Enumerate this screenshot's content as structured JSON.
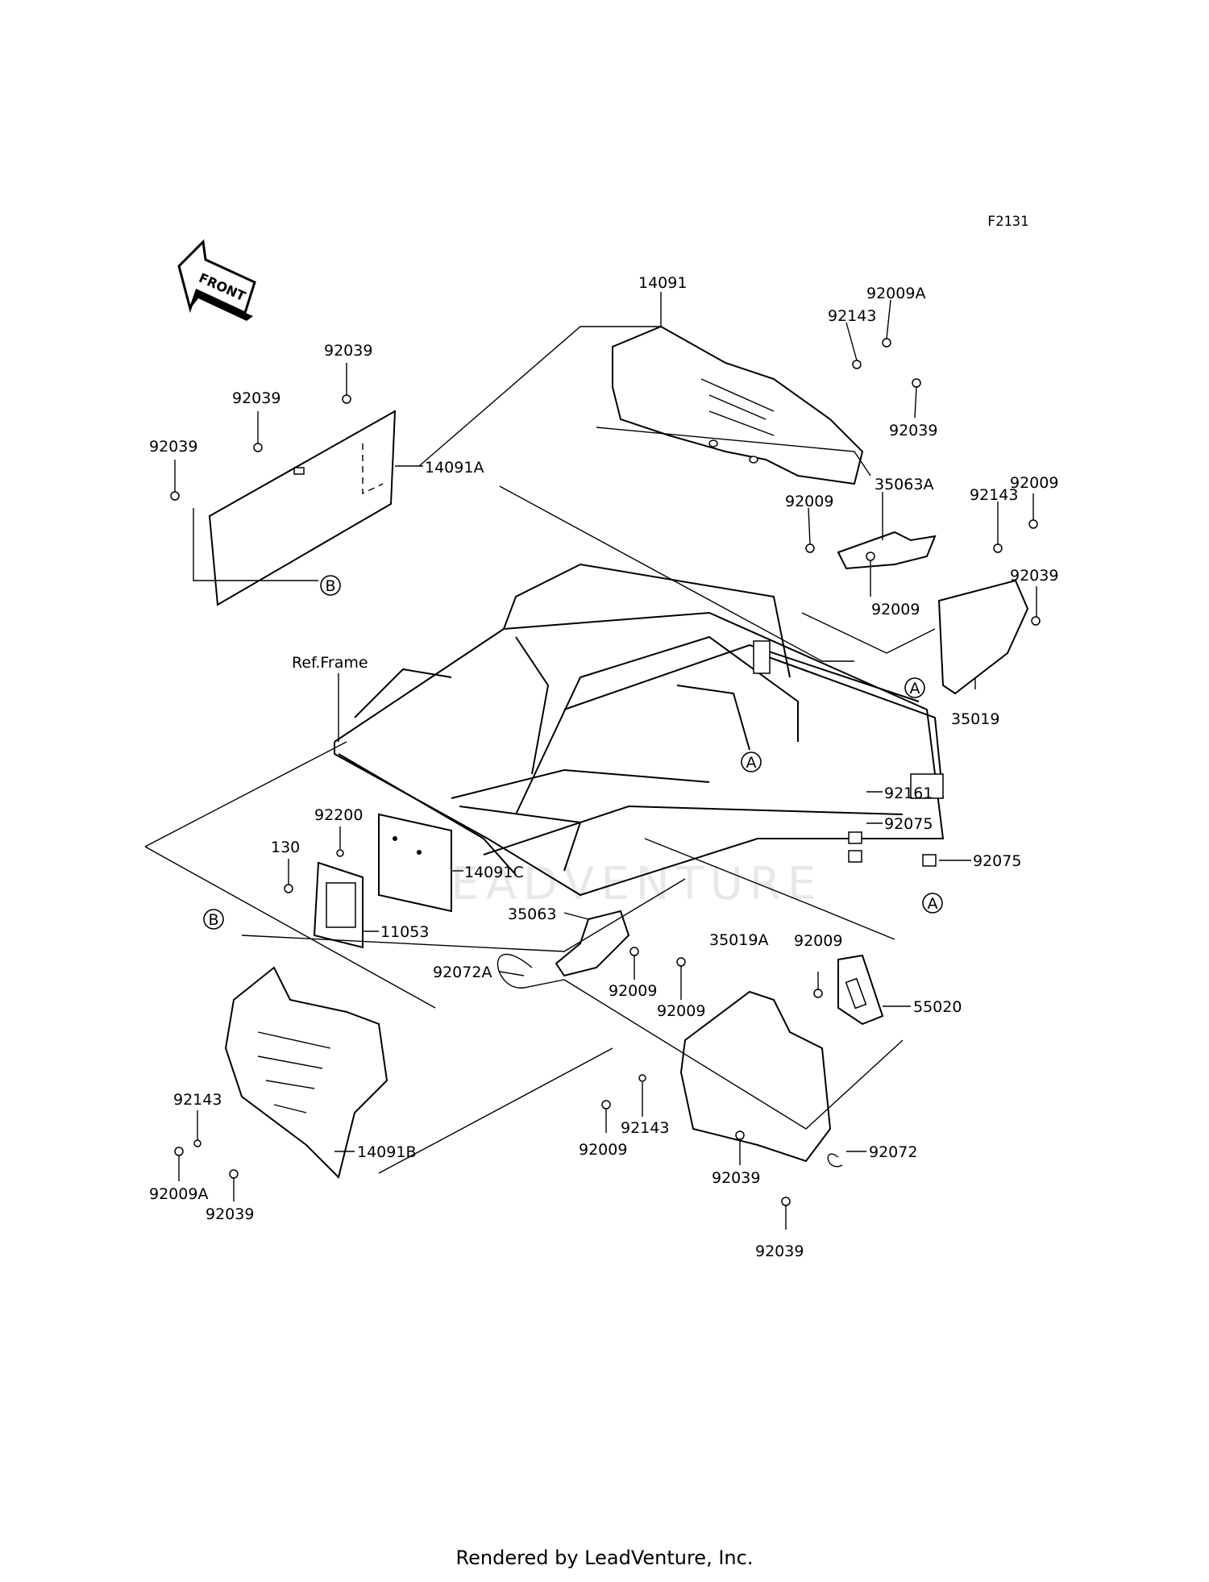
{
  "diagram": {
    "figure_code": "F2131",
    "front_label": "FRONT",
    "ref_frame_label": "Ref.Frame",
    "watermark": "LEADVENTURE",
    "footer": "Rendered by LeadVenture, Inc.",
    "callouts": {
      "a1": "A",
      "a2": "A",
      "a3": "A",
      "b1": "B",
      "b2": "B"
    },
    "parts": {
      "p14091": "14091",
      "p92009A_top": "92009A",
      "p92143_top": "92143",
      "p92039_top_right": "92039",
      "p35063A": "35063A",
      "p92009_mid_left": "92009",
      "p92009_mid_below": "92009",
      "p92143_right": "92143",
      "p92009_right": "92009",
      "p92039_right": "92039",
      "p35019": "35019",
      "p92039_left_top": "92039",
      "p92039_left_mid": "92039",
      "p92039_left_low": "92039",
      "p14091A": "14091A",
      "p92161": "92161",
      "p92075_a": "92075",
      "p92075_b": "92075",
      "p92200": "92200",
      "p130": "130",
      "p14091C": "14091C",
      "p11053": "11053",
      "p35063": "35063",
      "p92072A": "92072A",
      "p92009_c1": "92009",
      "p92009_c2": "92009",
      "p35019A": "35019A",
      "p92009_d": "92009",
      "p55020": "55020",
      "p92143_bl": "92143",
      "p92009A_bl": "92009A",
      "p92039_bl": "92039",
      "p14091B": "14091B",
      "p92009_br": "92009",
      "p92143_br": "92143",
      "p92039_br1": "92039",
      "p92072": "92072",
      "p92039_br2": "92039"
    }
  }
}
